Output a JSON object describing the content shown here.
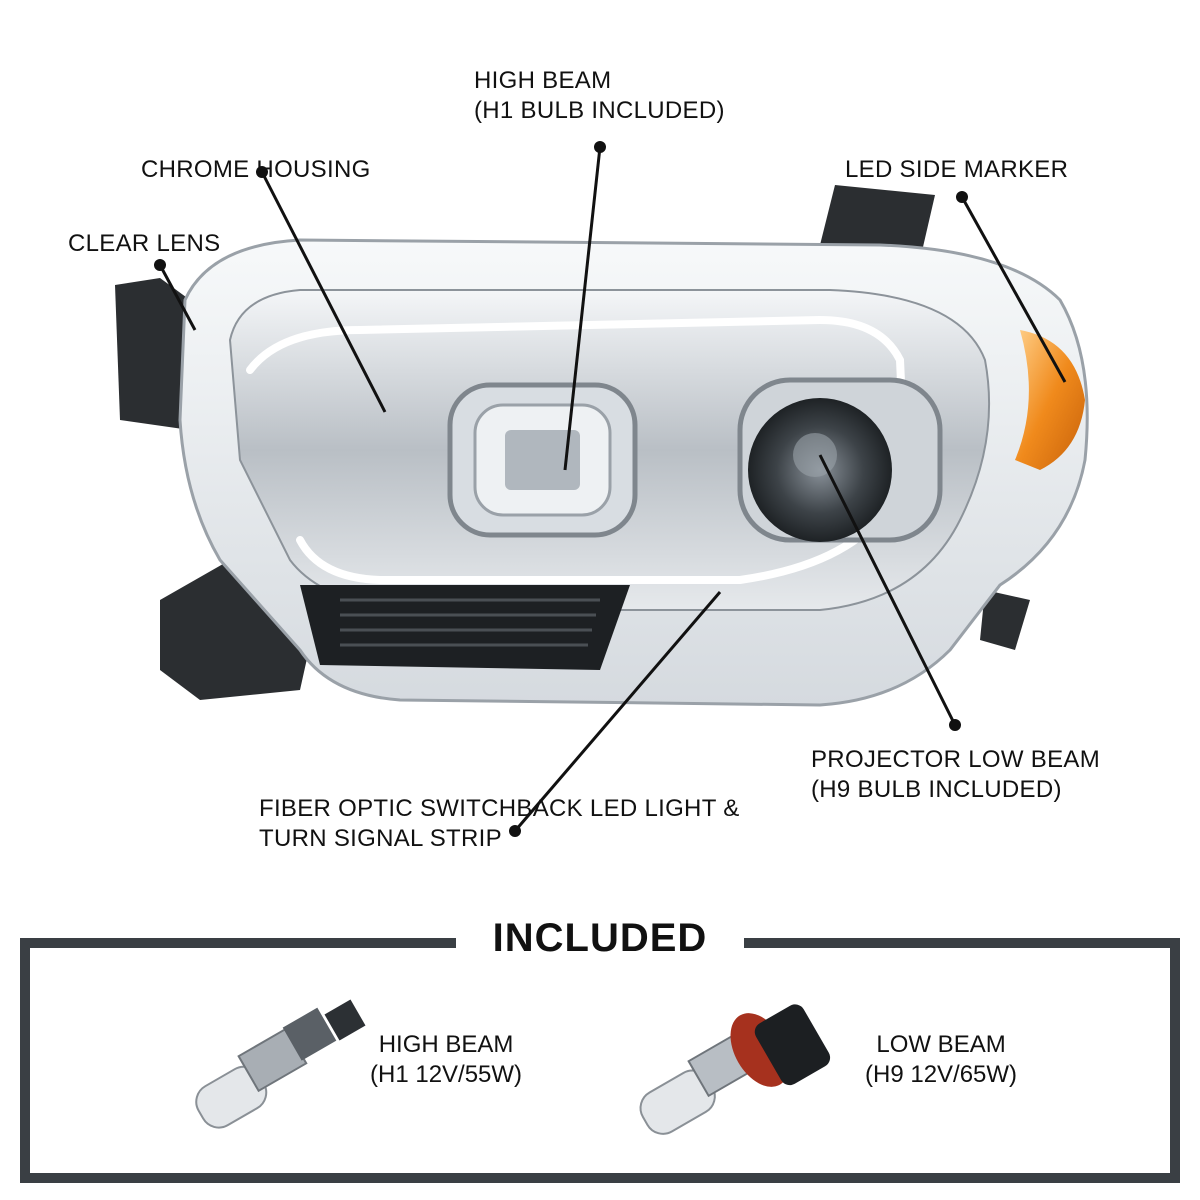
{
  "callouts": {
    "high_beam": {
      "line1": "HIGH BEAM",
      "line2": "(H1 BULB INCLUDED)"
    },
    "chrome_housing": {
      "line1": "CHROME HOUSING"
    },
    "clear_lens": {
      "line1": "CLEAR LENS"
    },
    "led_side_marker": {
      "line1": "LED SIDE MARKER"
    },
    "projector_low_beam": {
      "line1": "PROJECTOR LOW BEAM",
      "line2": "(H9 BULB INCLUDED)"
    },
    "fiber_optic": {
      "line1": "FIBER OPTIC SWITCHBACK LED LIGHT &",
      "line2": "TURN SIGNAL STRIP"
    }
  },
  "included": {
    "title": "INCLUDED",
    "bulbs": [
      {
        "line1": "HIGH BEAM",
        "line2": "(H1 12V/55W)"
      },
      {
        "line1": "LOW BEAM",
        "line2": "(H9 12V/65W)"
      }
    ]
  },
  "colors": {
    "frame": "#3a3f44",
    "amber": "#f08a1c",
    "chrome": "#c9ced3",
    "housing_dark": "#2b2e31"
  }
}
